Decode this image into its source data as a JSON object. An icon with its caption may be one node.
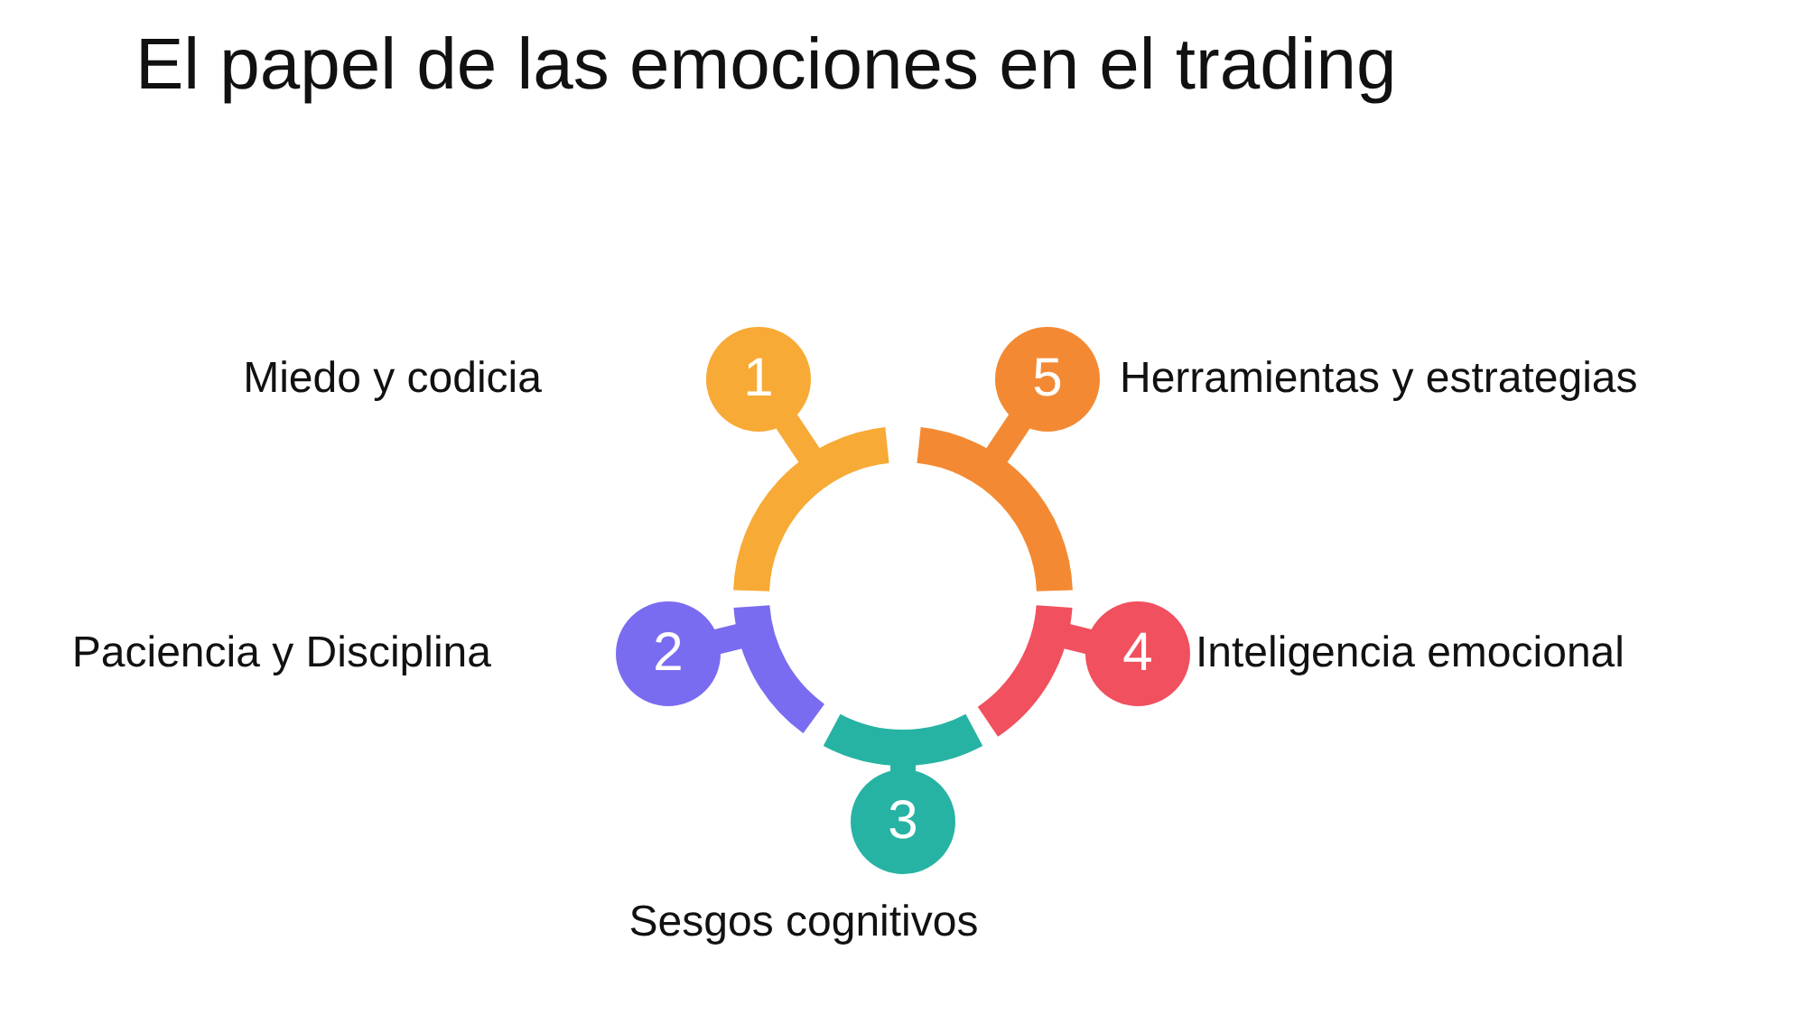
{
  "diagram": {
    "title": "El papel de las emociones en el trading",
    "nodes": [
      {
        "text": [
          "1"
        ],
        "beside": [
          "Miedo y codicia"
        ]
      },
      {
        "text": [
          "2"
        ],
        "beside": [
          "Paciencia y Disciplina"
        ]
      },
      {
        "text": [
          "3"
        ],
        "beside": [
          "Sesgos cognitivos"
        ]
      },
      {
        "text": [
          "4"
        ],
        "beside": [
          "Inteligencia emocional"
        ]
      },
      {
        "text": [
          "5"
        ],
        "beside": [
          "Herramientas y estrategias"
        ]
      }
    ],
    "edges": []
  }
}
